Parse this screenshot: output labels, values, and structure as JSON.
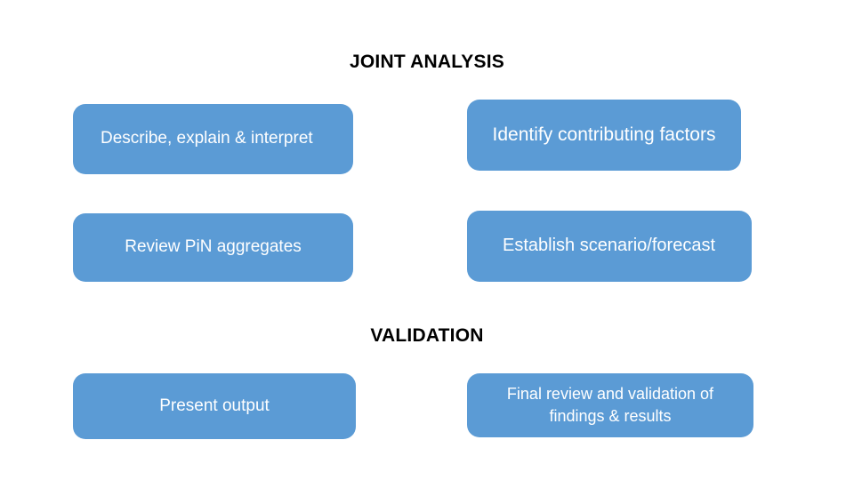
{
  "slide": {
    "background_color": "#FFFFFF",
    "box_color": "#5B9BD5",
    "box_text_color": "#FFFFFF",
    "heading_text_color": "#000000"
  },
  "sections": [
    {
      "heading": "JOINT ANALYSIS",
      "boxes": [
        {
          "label": "Describe, explain & interpret",
          "align": "left"
        },
        {
          "label": "Identify contributing factors",
          "align": "center"
        },
        {
          "label": "Review PiN aggregates",
          "align": "center"
        },
        {
          "label": "Establish scenario/forecast",
          "align": "left"
        }
      ]
    },
    {
      "heading": "VALIDATION",
      "boxes": [
        {
          "label": "Present output",
          "align": "center"
        },
        {
          "label": "Final review and validation of findings & results",
          "align": "center"
        }
      ]
    }
  ]
}
